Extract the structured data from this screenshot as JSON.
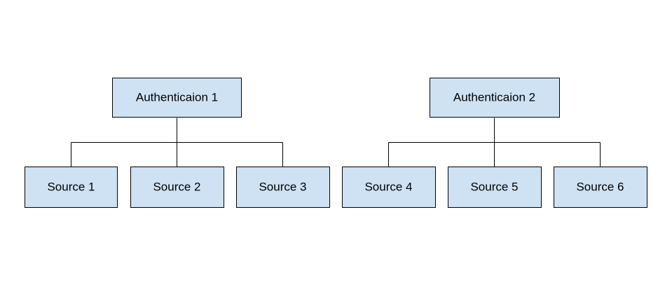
{
  "diagram": {
    "colors": {
      "box_fill": "#cfe2f3",
      "box_stroke": "#000000",
      "line": "#000000",
      "background": "#ffffff"
    },
    "trees": [
      {
        "root": {
          "label": "Authenticaion 1"
        },
        "children": [
          {
            "label": "Source 1"
          },
          {
            "label": "Source 2"
          },
          {
            "label": "Source 3"
          }
        ]
      },
      {
        "root": {
          "label": "Authenticaion 2"
        },
        "children": [
          {
            "label": "Source 4"
          },
          {
            "label": "Source 5"
          },
          {
            "label": "Source 6"
          }
        ]
      }
    ]
  }
}
